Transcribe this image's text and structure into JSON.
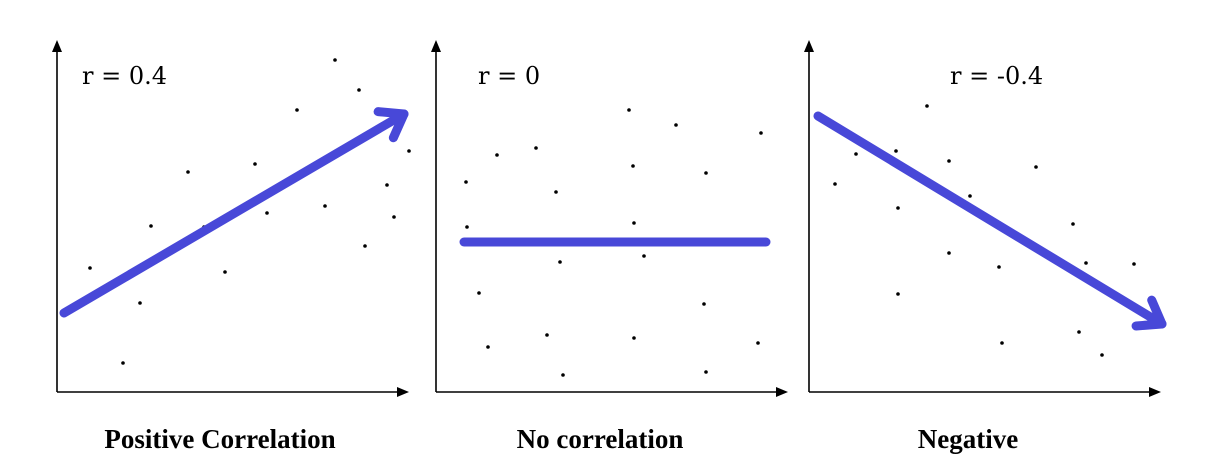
{
  "chart_data": [
    {
      "type": "scatter",
      "title": "",
      "r_label": "r =  0.4",
      "caption": "Positive Correlation",
      "xlabel": "",
      "ylabel": "",
      "xlim": [
        0,
        350
      ],
      "ylim": [
        0,
        350
      ],
      "grid": false,
      "trend_color": "#4848d8",
      "trend": {
        "x": [
          7,
          347
        ],
        "y": [
          79,
          278
        ],
        "arrow": true
      },
      "points": [
        {
          "x": 33,
          "y": 124
        },
        {
          "x": 66,
          "y": 29
        },
        {
          "x": 83,
          "y": 89
        },
        {
          "x": 94,
          "y": 166
        },
        {
          "x": 131,
          "y": 220
        },
        {
          "x": 147,
          "y": 165
        },
        {
          "x": 168,
          "y": 120
        },
        {
          "x": 198,
          "y": 228
        },
        {
          "x": 210,
          "y": 179
        },
        {
          "x": 240,
          "y": 282
        },
        {
          "x": 268,
          "y": 186
        },
        {
          "x": 278,
          "y": 332
        },
        {
          "x": 302,
          "y": 302
        },
        {
          "x": 308,
          "y": 146
        },
        {
          "x": 330,
          "y": 207
        },
        {
          "x": 337,
          "y": 175
        },
        {
          "x": 352,
          "y": 241
        }
      ]
    },
    {
      "type": "scatter",
      "title": "",
      "r_label": "r = 0",
      "caption": "No correlation",
      "xlabel": "",
      "ylabel": "",
      "xlim": [
        0,
        350
      ],
      "ylim": [
        0,
        350
      ],
      "grid": false,
      "trend_color": "#4848d8",
      "trend": {
        "x": [
          28,
          330
        ],
        "y": [
          150,
          150
        ],
        "arrow": false
      },
      "points": [
        {
          "x": 30,
          "y": 210
        },
        {
          "x": 31,
          "y": 165
        },
        {
          "x": 43,
          "y": 99
        },
        {
          "x": 52,
          "y": 45
        },
        {
          "x": 61,
          "y": 237
        },
        {
          "x": 100,
          "y": 244
        },
        {
          "x": 111,
          "y": 57
        },
        {
          "x": 120,
          "y": 200
        },
        {
          "x": 124,
          "y": 130
        },
        {
          "x": 127,
          "y": 17
        },
        {
          "x": 193,
          "y": 282
        },
        {
          "x": 197,
          "y": 226
        },
        {
          "x": 198,
          "y": 169
        },
        {
          "x": 198,
          "y": 54
        },
        {
          "x": 208,
          "y": 136
        },
        {
          "x": 240,
          "y": 267
        },
        {
          "x": 268,
          "y": 88
        },
        {
          "x": 270,
          "y": 219
        },
        {
          "x": 270,
          "y": 20
        },
        {
          "x": 322,
          "y": 49
        },
        {
          "x": 325,
          "y": 259
        }
      ]
    },
    {
      "type": "scatter",
      "title": "",
      "r_label": "r = -0.4",
      "caption": "Negative",
      "xlabel": "",
      "ylabel": "",
      "xlim": [
        0,
        350
      ],
      "ylim": [
        0,
        350
      ],
      "grid": false,
      "trend_color": "#4848d8",
      "trend": {
        "x": [
          9,
          353
        ],
        "y": [
          276,
          68
        ],
        "arrow": true
      },
      "points": [
        {
          "x": 26,
          "y": 208
        },
        {
          "x": 47,
          "y": 238
        },
        {
          "x": 87,
          "y": 241
        },
        {
          "x": 89,
          "y": 184
        },
        {
          "x": 89,
          "y": 98
        },
        {
          "x": 118,
          "y": 286
        },
        {
          "x": 140,
          "y": 231
        },
        {
          "x": 140,
          "y": 139
        },
        {
          "x": 161,
          "y": 196
        },
        {
          "x": 190,
          "y": 125
        },
        {
          "x": 193,
          "y": 49
        },
        {
          "x": 227,
          "y": 225
        },
        {
          "x": 264,
          "y": 168
        },
        {
          "x": 270,
          "y": 60
        },
        {
          "x": 277,
          "y": 129
        },
        {
          "x": 293,
          "y": 37
        },
        {
          "x": 325,
          "y": 128
        }
      ]
    }
  ]
}
